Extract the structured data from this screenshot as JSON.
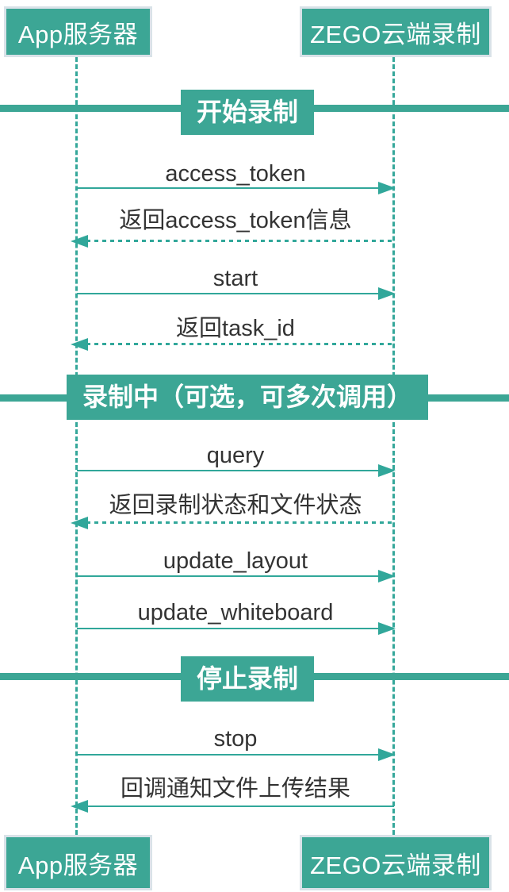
{
  "diagram": {
    "title": "ZEGO cloud recording sequence diagram",
    "actors": [
      {
        "id": "app-server",
        "label": "App服务器"
      },
      {
        "id": "zego-cloud-recording",
        "label": "ZEGO云端录制"
      }
    ],
    "sections": [
      {
        "label": "开始录制"
      },
      {
        "label": "录制中（可选，可多次调用）"
      },
      {
        "label": "停止录制"
      }
    ],
    "messages": [
      {
        "label": "access_token",
        "from": "app-server",
        "to": "zego-cloud-recording",
        "direction": "right",
        "style": "solid",
        "section": "开始录制"
      },
      {
        "label": "返回access_token信息",
        "from": "zego-cloud-recording",
        "to": "app-server",
        "direction": "left",
        "style": "dotted",
        "section": "开始录制"
      },
      {
        "label": "start",
        "from": "app-server",
        "to": "zego-cloud-recording",
        "direction": "right",
        "style": "solid",
        "section": "开始录制"
      },
      {
        "label": "返回task_id",
        "from": "zego-cloud-recording",
        "to": "app-server",
        "direction": "left",
        "style": "dotted",
        "section": "开始录制"
      },
      {
        "label": "query",
        "from": "app-server",
        "to": "zego-cloud-recording",
        "direction": "right",
        "style": "solid",
        "section": "录制中（可选，可多次调用）"
      },
      {
        "label": "返回录制状态和文件状态",
        "from": "zego-cloud-recording",
        "to": "app-server",
        "direction": "left",
        "style": "dotted",
        "section": "录制中（可选，可多次调用）"
      },
      {
        "label": "update_layout",
        "from": "app-server",
        "to": "zego-cloud-recording",
        "direction": "right",
        "style": "solid",
        "section": "录制中（可选，可多次调用）"
      },
      {
        "label": "update_whiteboard",
        "from": "app-server",
        "to": "zego-cloud-recording",
        "direction": "right",
        "style": "solid",
        "section": "录制中（可选，可多次调用）"
      },
      {
        "label": "stop",
        "from": "app-server",
        "to": "zego-cloud-recording",
        "direction": "right",
        "style": "solid",
        "section": "停止录制"
      },
      {
        "label": "回调通知文件上传结果",
        "from": "zego-cloud-recording",
        "to": "app-server",
        "direction": "left",
        "style": "solid",
        "section": "停止录制"
      }
    ],
    "icons": [
      {
        "name": "arrowhead-right-icon",
        "glyph": "▶"
      },
      {
        "name": "arrowhead-left-icon",
        "glyph": "◀"
      }
    ],
    "colors": {
      "accent_fill": "#3ca695",
      "line": "#31a79a",
      "message_text": "#333333",
      "actor_border": "#d9e2e8",
      "actor_text": "#ffffff",
      "background": "#ffffff"
    }
  }
}
